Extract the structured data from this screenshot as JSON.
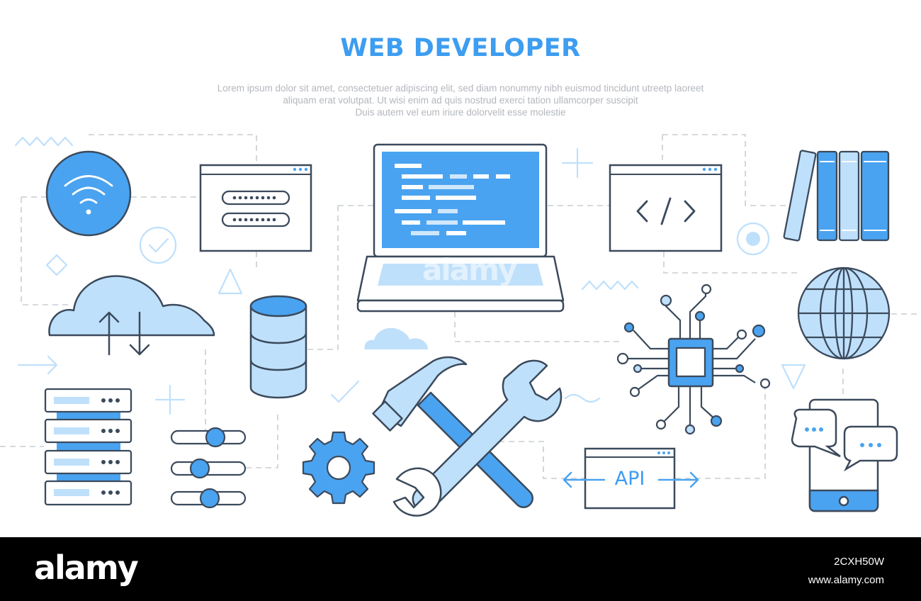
{
  "header": {
    "title": "WEB DEVELOPER",
    "description_lines": [
      "Lorem ipsum dolor sit amet, consectetuer adipiscing elit, sed diam nonummy nibh euismod tincidunt utreetp laoreet",
      "aliquam erat volutpat. Ut wisi enim ad  quis nostrud exerci tation ullamcorper suscipit",
      "Duis autem vel eum iriure dolorvelit esse molestie"
    ]
  },
  "icons": {
    "api_label": "API"
  },
  "colors": {
    "accent": "#3d9df0",
    "light_accent": "#bfe0fb",
    "outline": "#3b4a5c",
    "dashed_line": "#c8cdd3",
    "footer_bg": "#000000"
  },
  "watermark": {
    "text": "alamy"
  },
  "footer": {
    "brand": "alamy",
    "image_id": "2CXH50W",
    "site": "www.alamy.com"
  }
}
